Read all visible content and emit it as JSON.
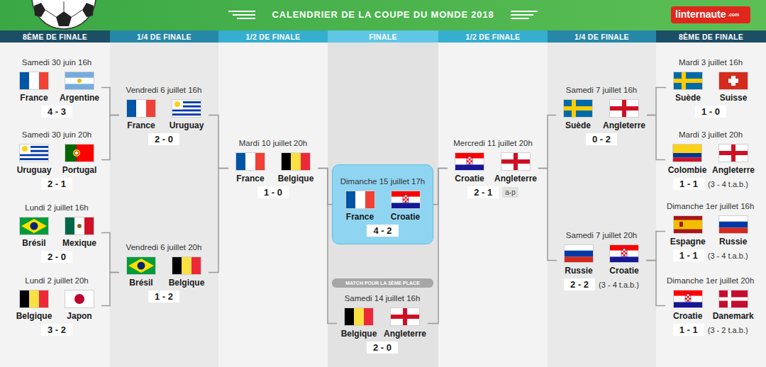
{
  "diagram": {
    "title": "CALENDRIER DE LA COUPE DU MONDE 2018",
    "nodes": [
      {
        "text": [
          "8ÈME DE FINALE"
        ]
      },
      {
        "text": [
          "1/4 DE FINALE"
        ]
      },
      {
        "text": [
          "1/2 DE FINALE"
        ]
      },
      {
        "text": [
          "FINALE"
        ]
      },
      {
        "text": [
          "1/2 DE FINALE"
        ]
      },
      {
        "text": [
          "1/4 DE FINALE"
        ]
      },
      {
        "text": [
          "8ÈME DE FINALE"
        ]
      },
      {
        "text": [
          "Samedi 30 juin 16h",
          "France",
          "Argentine",
          "4 - 3"
        ]
      },
      {
        "text": [
          "Samedi 30 juin 20h",
          "Uruguay",
          "Portugal",
          "2 - 1"
        ]
      },
      {
        "text": [
          "Lundi 2 juillet 16h",
          "Brésil",
          "Mexique",
          "2 - 0"
        ]
      },
      {
        "text": [
          "Lundi 2 juillet 20h",
          "Belgique",
          "Japon",
          "3 - 2"
        ]
      },
      {
        "text": [
          "Vendredi 6 juillet 16h",
          "France",
          "Uruguay",
          "2 - 0"
        ]
      },
      {
        "text": [
          "Vendredi 6 juillet 20h",
          "Brésil",
          "Belgique",
          "1 - 2"
        ]
      },
      {
        "text": [
          "Mardi 10 juillet 20h",
          "France",
          "Belgique",
          "1 - 0"
        ]
      },
      {
        "text": [
          "Dimanche 15 juillet 17h",
          "France",
          "Croatie",
          "4 - 2"
        ]
      },
      {
        "text": [
          "MATCH POUR LA 3ÈME PLACE"
        ]
      },
      {
        "text": [
          "Samedi 14 juillet 16h",
          "Belgique",
          "Angleterre",
          "2 - 0"
        ]
      },
      {
        "text": [
          "Mercredi 11 juillet 20h",
          "Croatie",
          "Angleterre",
          "2 - 1",
          "a-p"
        ]
      },
      {
        "text": [
          "Samedi 7 juillet 16h",
          "Suède",
          "Angleterre",
          "0 - 2"
        ]
      },
      {
        "text": [
          "Samedi 7 juillet 20h",
          "Russie",
          "Croatie",
          "2 - 2",
          "(3 - 4 t.a.b.)"
        ]
      },
      {
        "text": [
          "Mardi 3 juillet 16h",
          "Suède",
          "Suisse",
          "1 - 0"
        ]
      },
      {
        "text": [
          "Mardi 3 juillet 20h",
          "Colombie",
          "Angleterre",
          "1 - 1",
          "(3 - 4 t.a.b.)"
        ]
      },
      {
        "text": [
          "Dimanche 1er juillet 16h",
          "Espagne",
          "Russie",
          "1 - 1",
          "(3 - 4 t.a.b.)"
        ]
      },
      {
        "text": [
          "Dimanche 1er juillet 20h",
          "Croatie",
          "Danemark",
          "1 - 1",
          "(3 - 2 t.a.b.)"
        ]
      }
    ],
    "edges": [
      {
        "from": 7,
        "to": 11,
        "arrow": "none"
      },
      {
        "from": 8,
        "to": 11,
        "arrow": "none"
      },
      {
        "from": 9,
        "to": 12,
        "arrow": "none"
      },
      {
        "from": 10,
        "to": 12,
        "arrow": "none"
      },
      {
        "from": 11,
        "to": 13,
        "arrow": "none"
      },
      {
        "from": 12,
        "to": 13,
        "arrow": "none"
      },
      {
        "from": 13,
        "to": 14,
        "arrow": "none"
      },
      {
        "from": 13,
        "to": 16,
        "arrow": "none"
      },
      {
        "from": 17,
        "to": 14,
        "arrow": "none"
      },
      {
        "from": 17,
        "to": 16,
        "arrow": "none"
      },
      {
        "from": 18,
        "to": 17,
        "arrow": "none"
      },
      {
        "from": 19,
        "to": 17,
        "arrow": "none"
      },
      {
        "from": 20,
        "to": 18,
        "arrow": "none"
      },
      {
        "from": 21,
        "to": 18,
        "arrow": "none"
      },
      {
        "from": 22,
        "to": 19,
        "arrow": "none"
      },
      {
        "from": 23,
        "to": 19,
        "arrow": "none"
      }
    ],
    "labels": [
      "linternaute",
      ".com"
    ]
  }
}
